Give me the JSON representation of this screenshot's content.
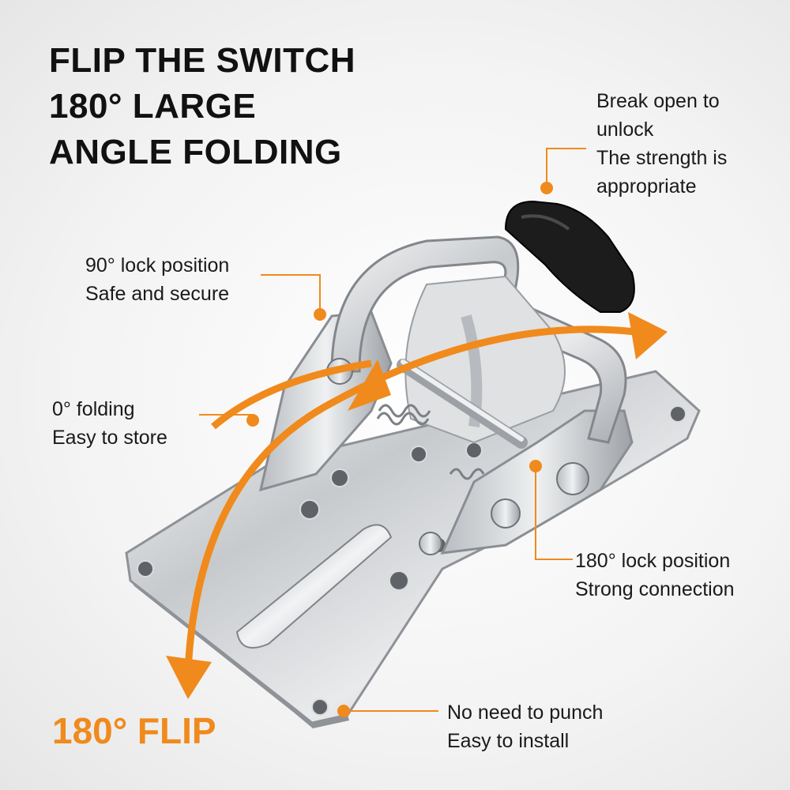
{
  "headline": {
    "line1": "FLIP THE SWITCH",
    "line2": "180° LARGE",
    "line3": "ANGLE FOLDING"
  },
  "callouts": {
    "unlock": {
      "line1": "Break open to",
      "line2": "unlock",
      "line3": "The strength is",
      "line4": "appropriate"
    },
    "lock90": {
      "line1": "90° lock position",
      "line2": "Safe and secure"
    },
    "fold0": {
      "line1": "0° folding",
      "line2": "Easy to store"
    },
    "lock180": {
      "line1": "180° lock position",
      "line2": "Strong connection"
    },
    "install": {
      "line1": "No need to punch",
      "line2": "Easy to install"
    }
  },
  "flip_label": "180° FLIP",
  "colors": {
    "accent": "#f08a1c",
    "text": "#1a1a1a",
    "background": "#f3f3f3",
    "metal": "#c9ccd0",
    "handle": "#1c1c1c"
  }
}
